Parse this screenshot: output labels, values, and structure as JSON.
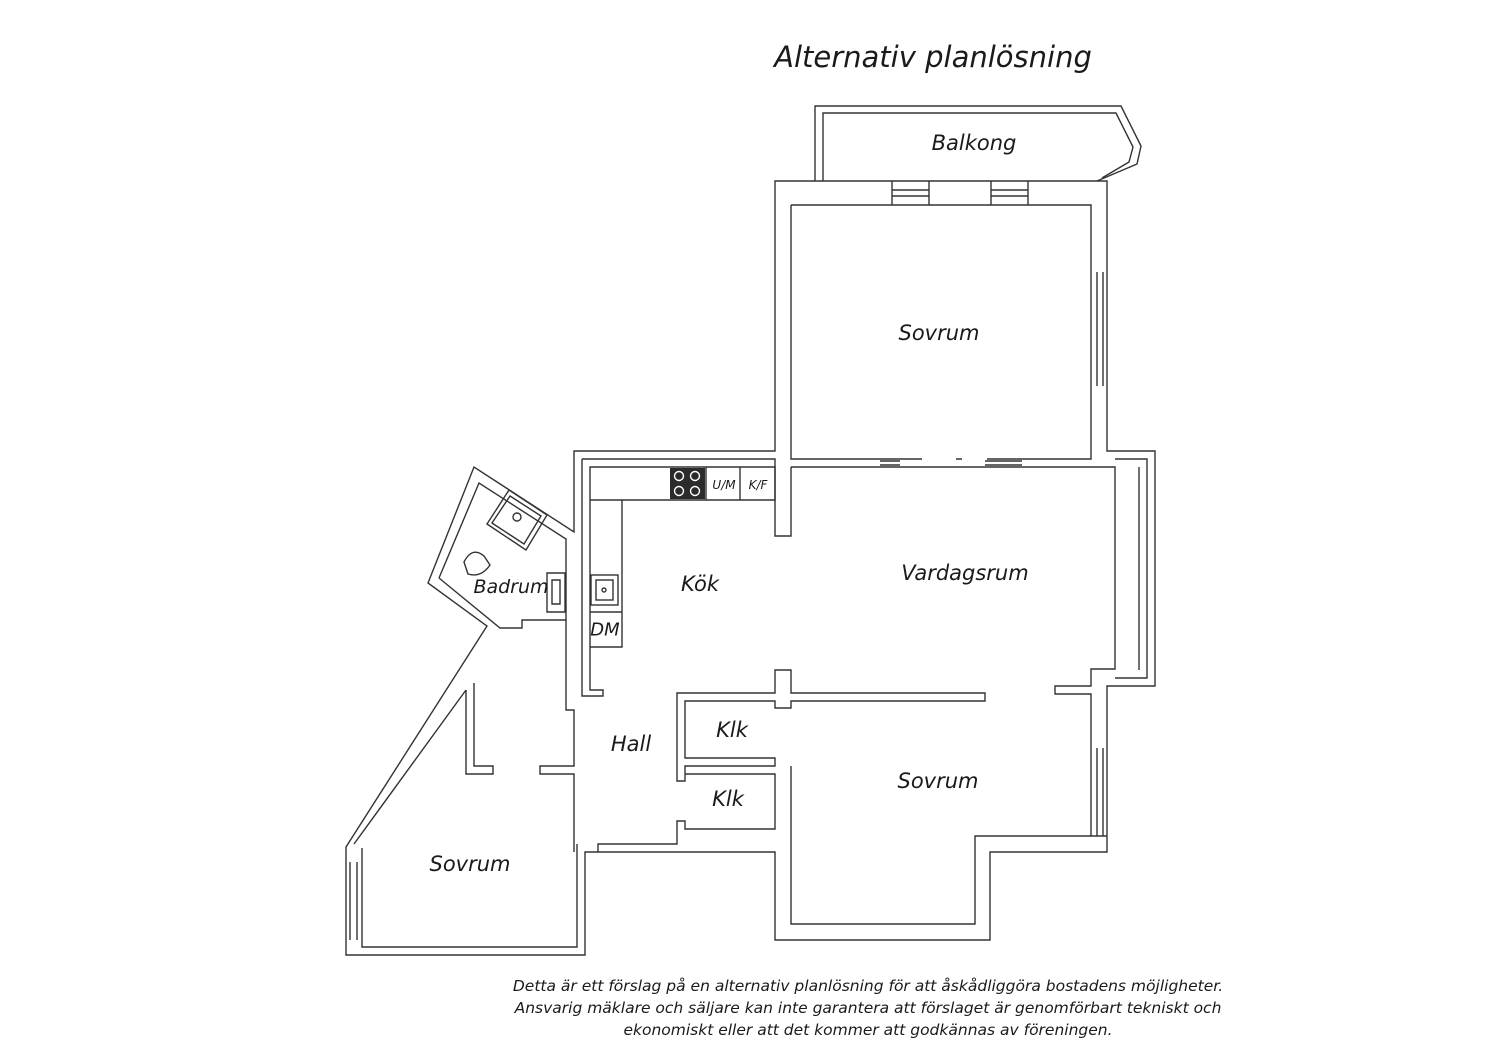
{
  "title": "Alternativ planlösning",
  "rooms": {
    "balkong": "Balkong",
    "sovrum_top": "Sovrum",
    "vardagsrum": "Vardagsrum",
    "kok": "Kök",
    "badrum": "Badrum",
    "hall": "Hall",
    "klk_upper": "Klk",
    "klk_lower": "Klk",
    "sovrum_right": "Sovrum",
    "sovrum_left": "Sovrum"
  },
  "appliances": {
    "um": "U/M",
    "kf": "K/F",
    "dm": "DM"
  },
  "disclaimer": [
    "Detta är ett förslag på en alternativ planlösning för att åskådliggöra bostadens möjligheter.",
    "Ansvarig mäklare och säljare kan inte garantera att förslaget är genomförbart tekniskt och",
    "ekonomiskt eller att det kommer att godkännas av föreningen."
  ],
  "colors": {
    "wall": "#333333",
    "background": "#ffffff",
    "stove": "#2b2b2b"
  }
}
